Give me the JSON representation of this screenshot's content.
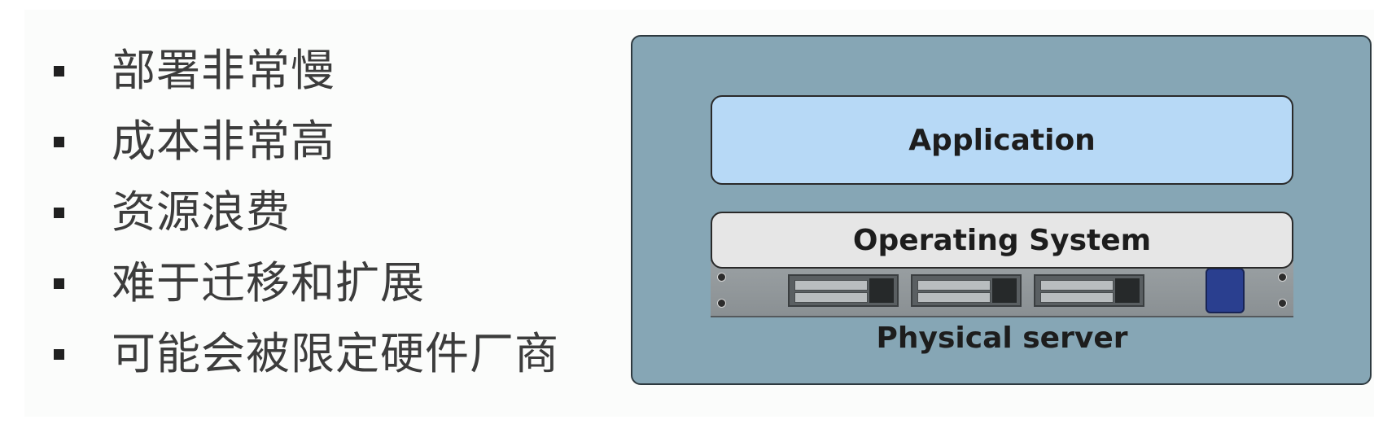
{
  "bullets": [
    "部署非常慢",
    "成本非常高",
    "资源浪费",
    "难于迁移和扩展",
    "可能会被限定硬件厂商"
  ],
  "diagram": {
    "application_label": "Application",
    "os_label": "Operating System",
    "server_label": "Physical server"
  },
  "colors": {
    "diagram_background": "#86a6b5",
    "application_layer": "#b7d9f6",
    "os_layer": "#e6e6e6",
    "server_body": "#9aa0a3",
    "power_indicator": "#2a3f8f"
  },
  "icons": {
    "bullet_marker": "square-bullet-icon",
    "server": "rack-server-icon"
  }
}
